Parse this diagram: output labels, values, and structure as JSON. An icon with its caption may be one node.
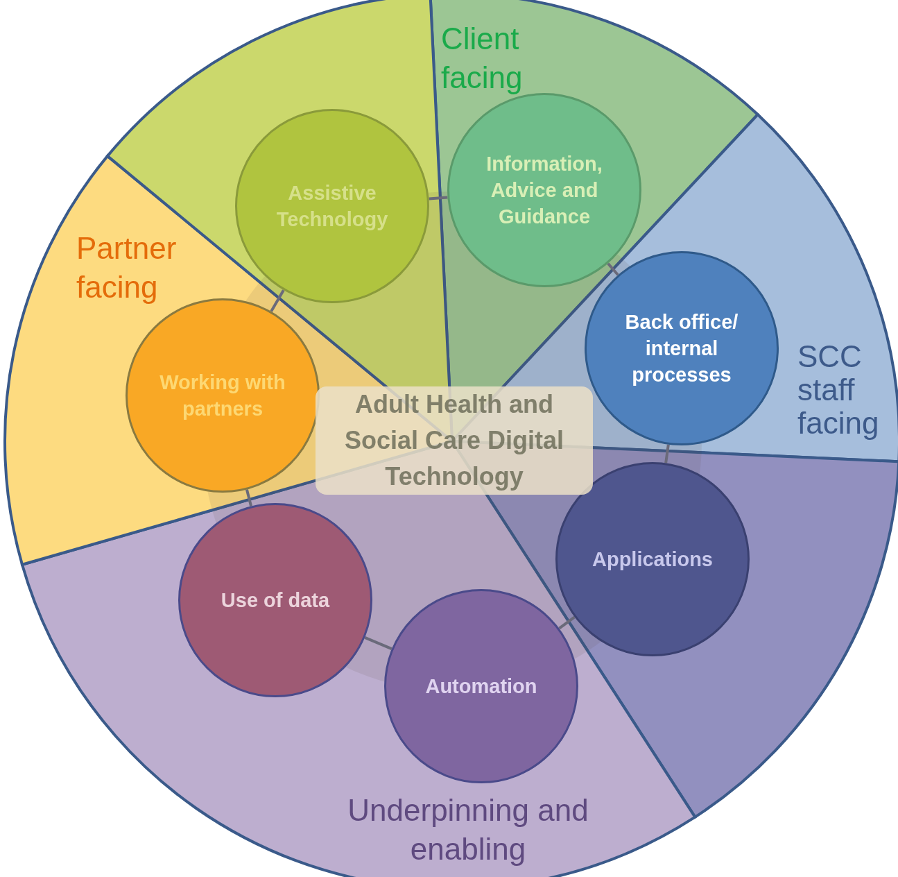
{
  "diagram": {
    "nodes": [
      {
        "text": [
          "Assistive Technology"
        ]
      },
      {
        "text": [
          "Information, Advice and Guidance"
        ]
      },
      {
        "text": [
          "Back office/ internal processes"
        ]
      },
      {
        "text": [
          "Applications"
        ]
      },
      {
        "text": [
          "Automation"
        ]
      },
      {
        "text": [
          "Use of data"
        ]
      },
      {
        "text": [
          "Working with partners"
        ]
      }
    ],
    "edges": [
      {
        "from": 0,
        "to": 1,
        "arrow": "none"
      },
      {
        "from": 1,
        "to": 2,
        "arrow": "none"
      },
      {
        "from": 2,
        "to": 3,
        "arrow": "none"
      },
      {
        "from": 3,
        "to": 4,
        "arrow": "none"
      },
      {
        "from": 4,
        "to": 5,
        "arrow": "none"
      },
      {
        "from": 5,
        "to": 6,
        "arrow": "none"
      },
      {
        "from": 6,
        "to": 0,
        "arrow": "none"
      }
    ],
    "labels": [
      "Client facing",
      "Partner facing",
      "Adult Health and Social Care Digital Technology",
      "SCC staff facing",
      "Underpinning and enabling"
    ]
  }
}
